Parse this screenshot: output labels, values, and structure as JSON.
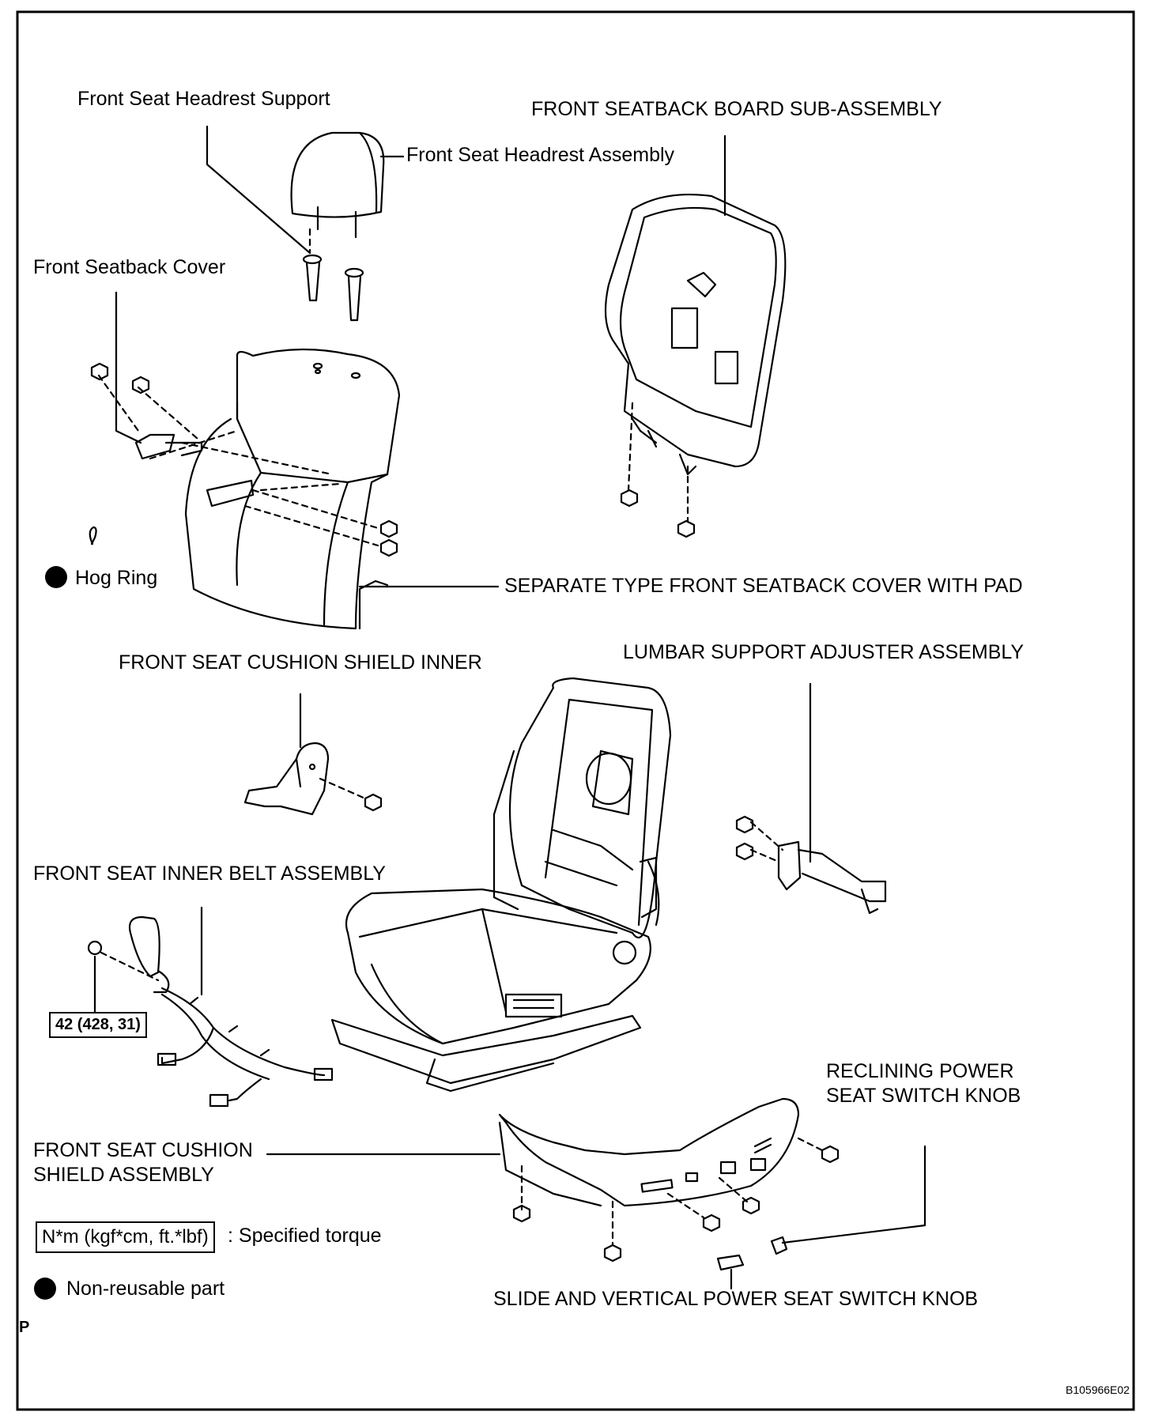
{
  "labels": {
    "headrest_support": "Front Seat Headrest Support",
    "headrest_assembly": "Front Seat Headrest Assembly",
    "seatback_board": "FRONT SEATBACK BOARD SUB-ASSEMBLY",
    "seatback_cover": "Front Seatback Cover",
    "hog_ring": "Hog Ring",
    "separate_cover": "SEPARATE TYPE FRONT SEATBACK COVER WITH PAD",
    "cushion_shield_inner": "FRONT SEAT CUSHION SHIELD INNER",
    "lumbar_adjuster": "LUMBAR SUPPORT ADJUSTER ASSEMBLY",
    "inner_belt": "FRONT SEAT INNER BELT ASSEMBLY",
    "reclining_knob": "RECLINING POWER SEAT SWITCH KNOB",
    "cushion_shield": "FRONT SEAT CUSHION SHIELD ASSEMBLY",
    "slide_vertical_knob": "SLIDE AND VERTICAL POWER SEAT SWITCH KNOB"
  },
  "torque_value": "42 (428, 31)",
  "legend": {
    "torque_units": "N*m (kgf*cm, ft.*lbf)",
    "torque_desc": ": Specified torque",
    "non_reusable": "Non-reusable part"
  },
  "corner_mark": "P",
  "figure_id": "B105966E02"
}
